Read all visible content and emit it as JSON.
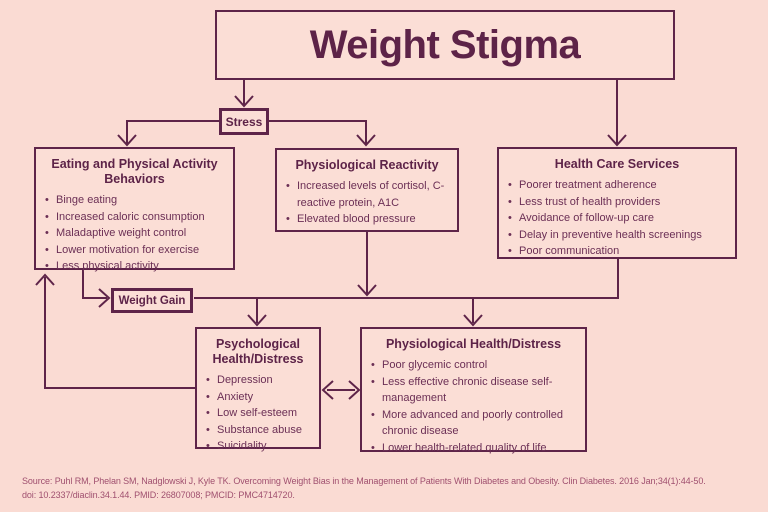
{
  "diagram": {
    "title": "Weight Stigma",
    "stress_label": "Stress",
    "weight_gain_label": "Weight Gain",
    "boxes": {
      "eating": {
        "heading": "Eating and Physical Activity Behaviors",
        "bullets": [
          "Binge eating",
          "Increased caloric consumption",
          "Maladaptive weight control",
          "Lower motivation for exercise",
          "Less physical activity"
        ]
      },
      "reactivity": {
        "heading": "Physiological Reactivity",
        "bullets": [
          "Increased levels of cortisol, C-reactive protein, A1C",
          "Elevated blood pressure"
        ]
      },
      "health_care": {
        "heading": "Health Care Services",
        "bullets": [
          "Poorer treatment adherence",
          "Less trust of health providers",
          "Avoidance of follow-up care",
          "Delay in preventive health screenings",
          "Poor communication"
        ]
      },
      "psychological": {
        "heading": "Psychological Health/Distress",
        "bullets": [
          "Depression",
          "Anxiety",
          "Low self-esteem",
          "Substance abuse",
          "Suicidality"
        ]
      },
      "physiological_health": {
        "heading": "Physiological Health/Distress",
        "bullets": [
          "Poor glycemic control",
          "Less effective chronic disease self-management",
          "More advanced and poorly controlled chronic disease",
          "Lower health-related quality of life"
        ]
      }
    },
    "source_line1": "Source: Puhl RM, Phelan SM, Nadglowski J, Kyle TK. Overcoming Weight Bias in the Management of Patients With Diabetes and Obesity. Clin Diabetes. 2016 Jan;34(1):44-50.",
    "source_line2": "doi: 10.2337/diaclin.34.1.44. PMID: 26807008; PMCID: PMC4714720."
  },
  "colors": {
    "background": "#fadbd3",
    "box_fill": "#fbded6",
    "line": "#5e2449",
    "heading_text": "#5d2348",
    "bullet_text": "#6b2f55",
    "source_text": "#a0506f"
  }
}
